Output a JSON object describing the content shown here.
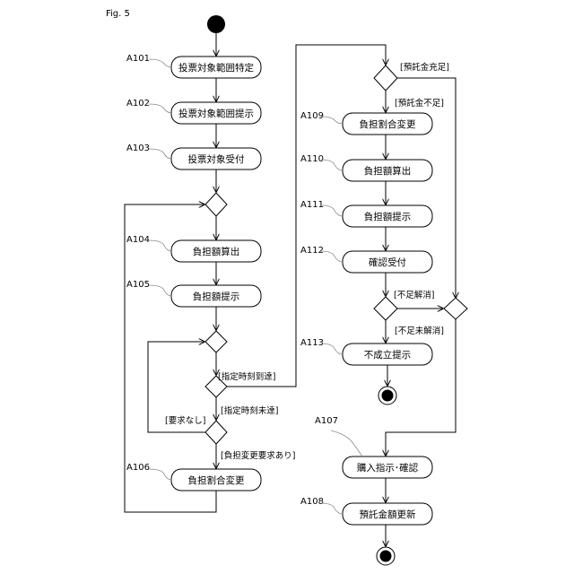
{
  "figure_label": "Fig. 5",
  "activities": {
    "a101": {
      "id": "A101",
      "label": "投票対象範囲特定"
    },
    "a102": {
      "id": "A102",
      "label": "投票対象範囲提示"
    },
    "a103": {
      "id": "A103",
      "label": "投票対象受付"
    },
    "a104": {
      "id": "A104",
      "label": "負担額算出"
    },
    "a105": {
      "id": "A105",
      "label": "負担額提示"
    },
    "a106": {
      "id": "A106",
      "label": "負担割合変更"
    },
    "a109": {
      "id": "A109",
      "label": "負担割合変更"
    },
    "a110": {
      "id": "A110",
      "label": "負担額算出"
    },
    "a111": {
      "id": "A111",
      "label": "負担額提示"
    },
    "a112": {
      "id": "A112",
      "label": "確認受付"
    },
    "a113": {
      "id": "A113",
      "label": "不成立提示"
    },
    "a107": {
      "id": "A107",
      "label": "購入指示･確認"
    },
    "a108": {
      "id": "A108",
      "label": "預託金額更新"
    }
  },
  "guards": {
    "deposit_sufficient": "[預託金充足]",
    "deposit_insufficient": "[預託金不足]",
    "time_reached": "[指定時刻到達]",
    "time_not_reached": "[指定時刻未達]",
    "no_request": "[要求なし]",
    "change_requested": "[負担変更要求あり]",
    "shortage_resolved": "[不足解消]",
    "shortage_unresolved": "[不足未解消]"
  }
}
